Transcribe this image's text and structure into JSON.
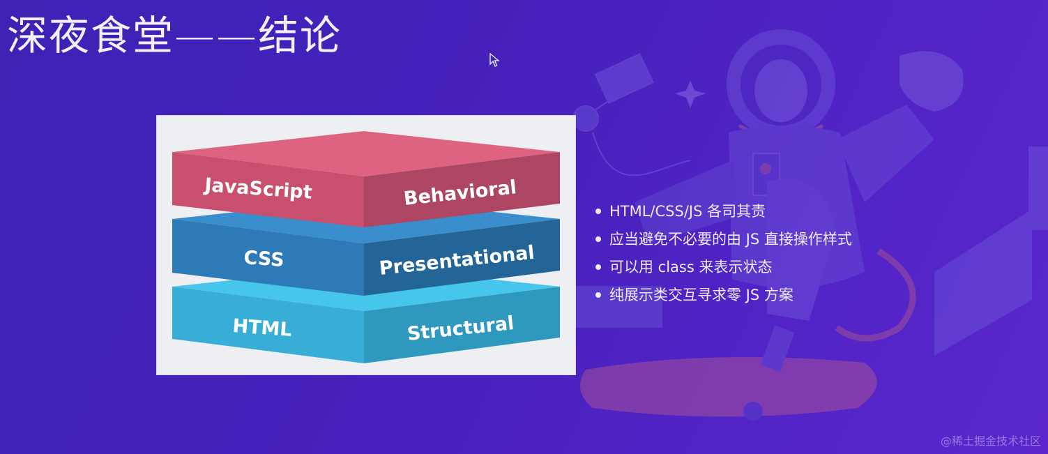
{
  "slide": {
    "title": "深夜食堂——结论",
    "background_color": "#4621bb"
  },
  "diagram": {
    "card_background": "#eeeff3",
    "layers": [
      {
        "name": "JavaScript",
        "role": "Behavioral",
        "colors": {
          "top": "#dd6380",
          "left": "#c8506e",
          "right": "#ad4663"
        }
      },
      {
        "name": "CSS",
        "role": "Presentational",
        "colors": {
          "top": "#3a8ecc",
          "left": "#2d7ab6",
          "right": "#236597"
        }
      },
      {
        "name": "HTML",
        "role": "Structural",
        "colors": {
          "top": "#45c6ea",
          "left": "#38aed7",
          "right": "#2f98bf"
        }
      }
    ]
  },
  "bullets": [
    "HTML/CSS/JS 各司其责",
    "应当避免不必要的由 JS 直接操作样式",
    "可以用 class 来表示状态",
    "纯展示类交互寻求零 JS 方案"
  ],
  "watermark": "@稀土掘金技术社区",
  "icons": {
    "cursor": "mouse-pointer-icon",
    "bullet": "bullet-dot-icon",
    "illustration": "astronaut-skateboard-illustration"
  }
}
